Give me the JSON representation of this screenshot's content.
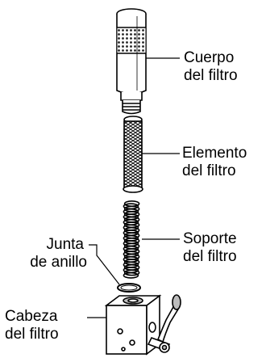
{
  "diagram": {
    "labels": {
      "cuerpo": {
        "line1": "Cuerpo",
        "line2": "del filtro"
      },
      "elemento": {
        "line1": "Elemento",
        "line2": "del filtro"
      },
      "soporte": {
        "line1": "Soporte",
        "line2": "del filtro"
      },
      "junta": {
        "line1": "Junta",
        "line2": "de anillo"
      },
      "cabeza": {
        "line1": "Cabeza",
        "line2": "del filtro"
      }
    },
    "colors": {
      "ink": "#000000",
      "shade": "#bdbdbd",
      "paper": "#ffffff"
    }
  }
}
